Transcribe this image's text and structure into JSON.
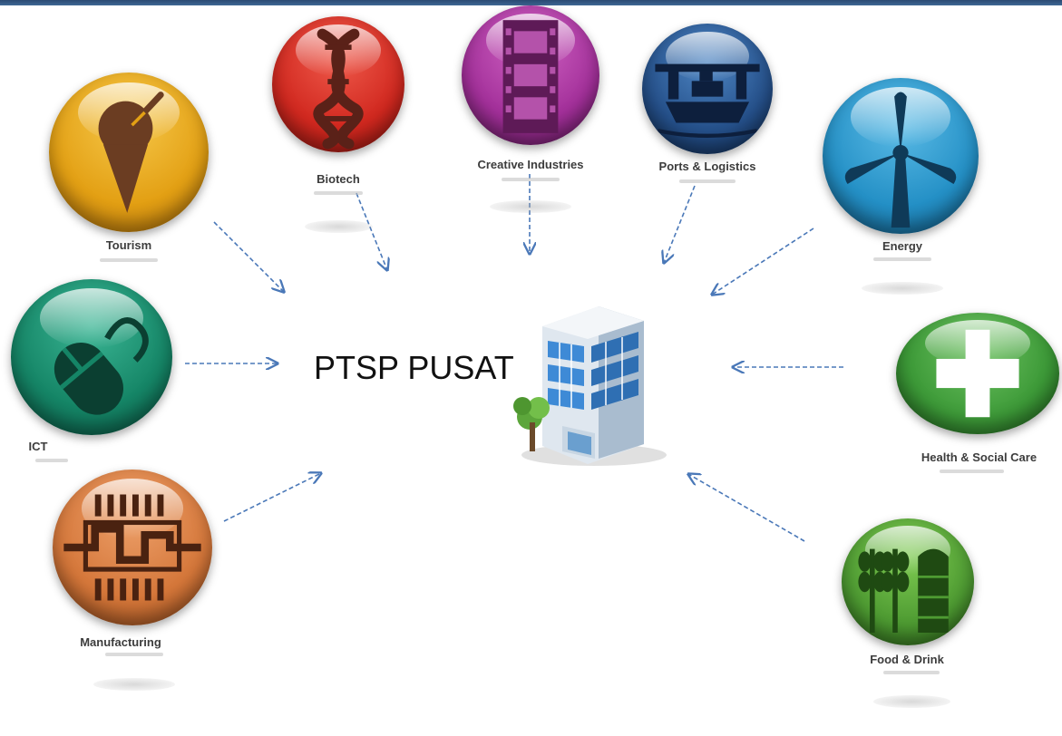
{
  "hub": {
    "label": "PTSP PUSAT",
    "icon": "office-building-icon"
  },
  "sectors": [
    {
      "key": "tourism",
      "label": "Tourism",
      "icon": "ice-cream-cone-icon",
      "color": "#e8a31a"
    },
    {
      "key": "biotech",
      "label": "Biotech",
      "icon": "dna-helix-icon",
      "color": "#d7322c"
    },
    {
      "key": "creative",
      "label": "Creative Industries",
      "icon": "film-strip-icon",
      "color": "#a8369c"
    },
    {
      "key": "ports",
      "label": "Ports & Logistics",
      "icon": "cargo-ship-icon",
      "color": "#24508a"
    },
    {
      "key": "energy",
      "label": "Energy",
      "icon": "wind-turbine-icon",
      "color": "#2692c9"
    },
    {
      "key": "ict",
      "label": "ICT",
      "icon": "computer-mouse-icon",
      "color": "#16876b"
    },
    {
      "key": "health",
      "label": "Health & Social Care",
      "icon": "medical-cross-icon",
      "color": "#3f9a3a"
    },
    {
      "key": "manufacturing",
      "label": "Manufacturing",
      "icon": "circuit-board-icon",
      "color": "#d8793a"
    },
    {
      "key": "food",
      "label": "Food & Drink",
      "icon": "wheat-and-silo-icon",
      "color": "#4f9c33"
    }
  ],
  "colors": {
    "arrow": "#4a78b8",
    "header": "#2b4a72"
  }
}
